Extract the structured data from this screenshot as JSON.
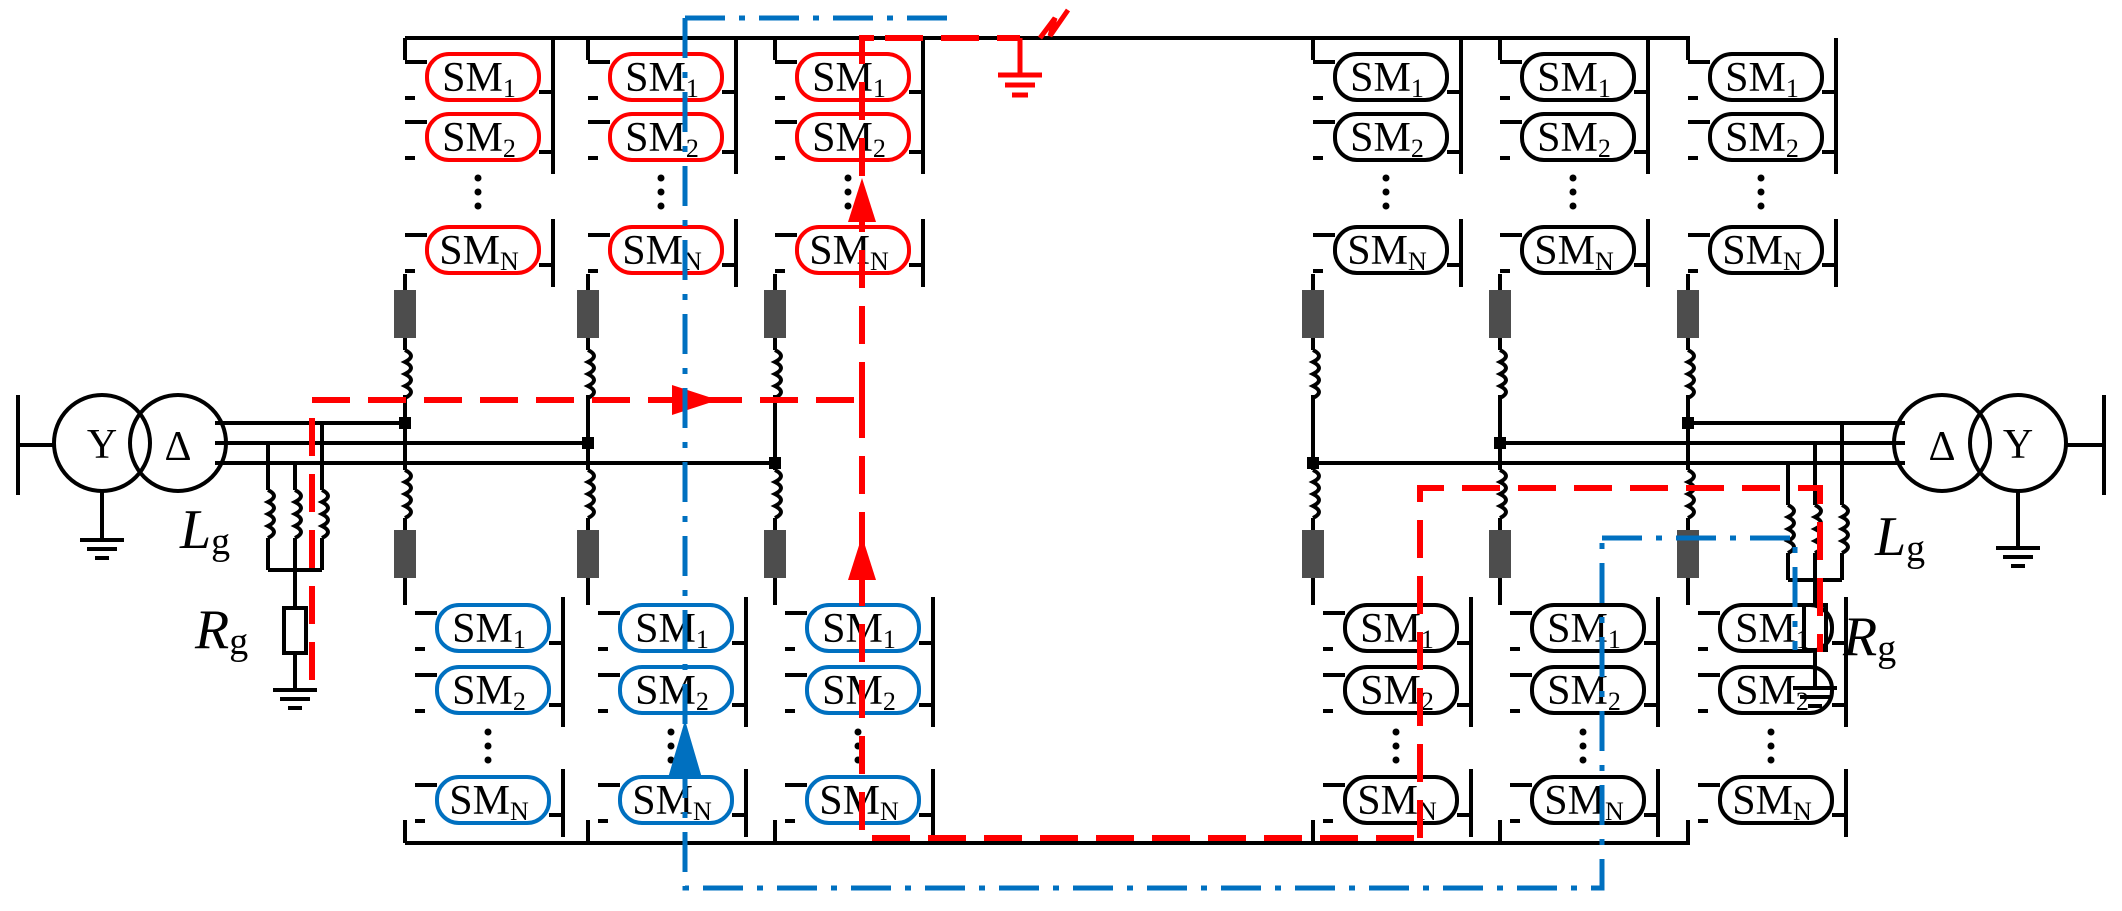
{
  "submodule": {
    "base": "SM",
    "subs": [
      "1",
      "2",
      "N"
    ]
  },
  "grid_left": {
    "transformer_primary": "Y",
    "transformer_secondary": "Δ",
    "inductance": {
      "base": "L",
      "sub": "g"
    },
    "resistance": {
      "base": "R",
      "sub": "g"
    }
  },
  "grid_right": {
    "transformer_primary": "Y",
    "transformer_secondary": "Δ",
    "inductance": {
      "base": "L",
      "sub": "g"
    },
    "resistance": {
      "base": "R",
      "sub": "g"
    }
  },
  "colors": {
    "line": "#000000",
    "fault_path": "#ff0000",
    "fault_path_alt": "#0070c0",
    "arm_reactor": "#4d4d4d"
  }
}
